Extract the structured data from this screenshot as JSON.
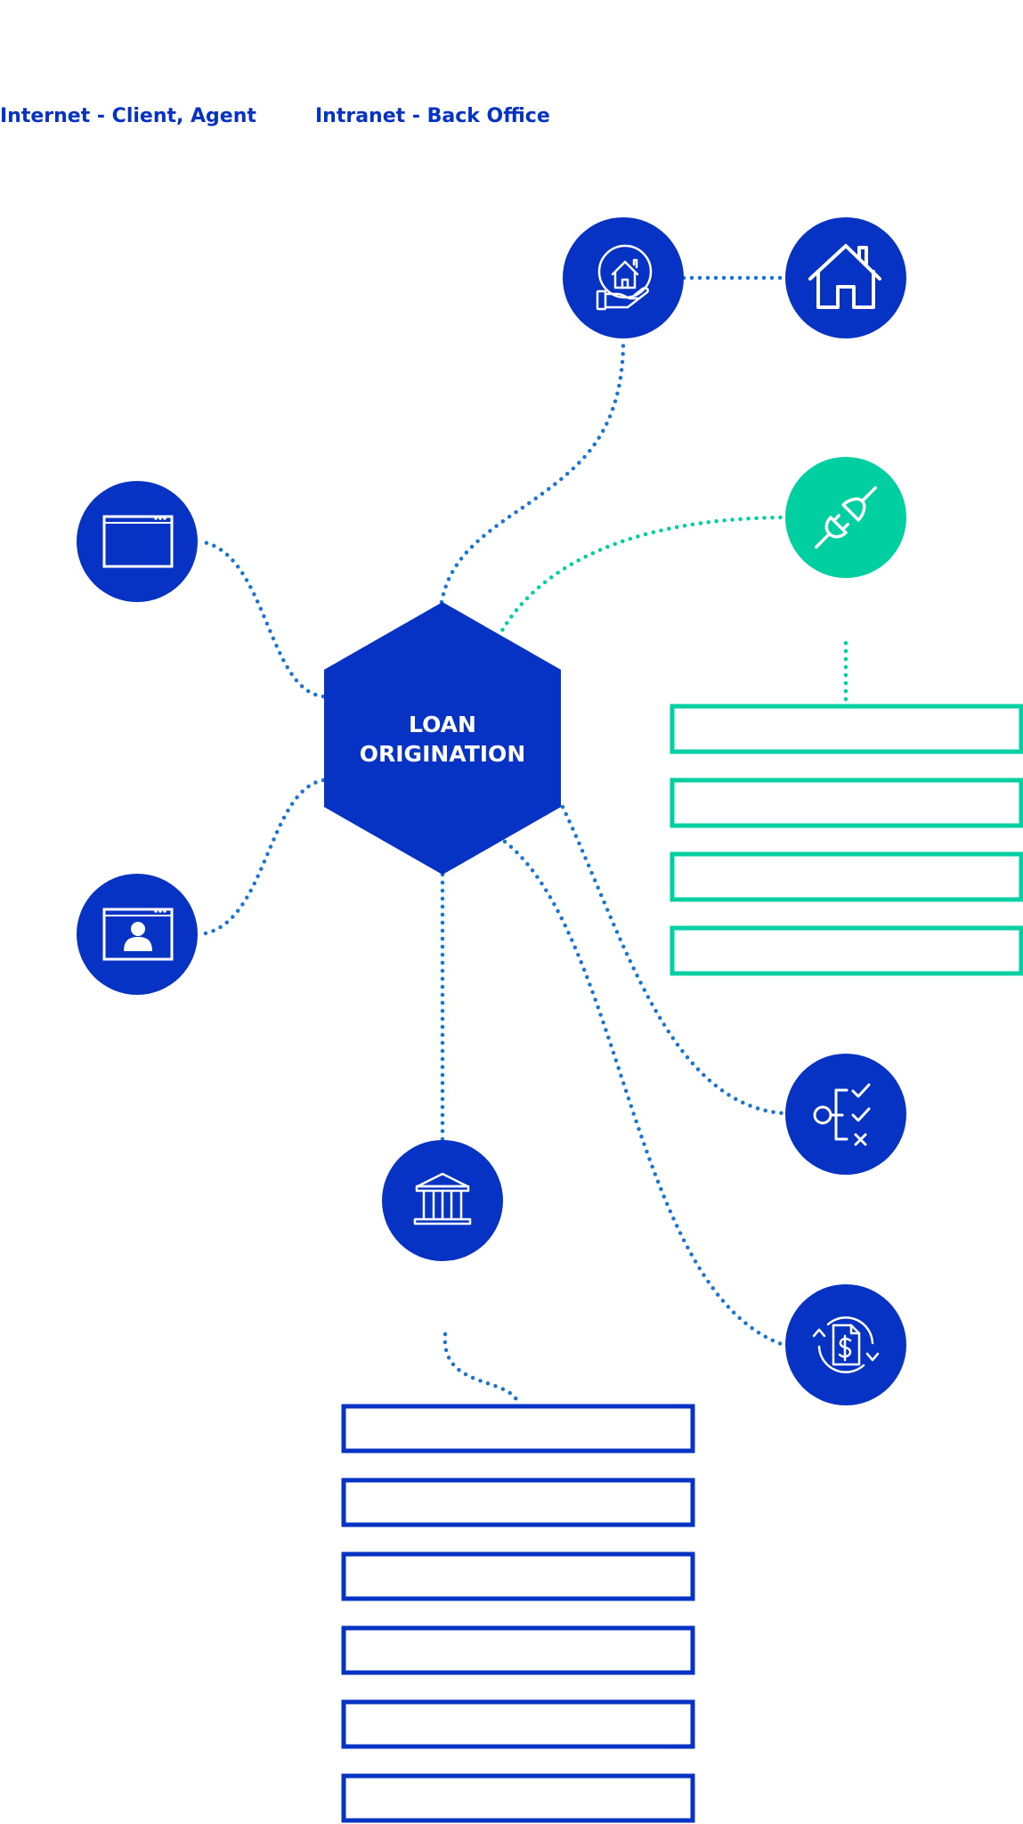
{
  "legend": {
    "internet": "Internet - Client, Agent",
    "intranet": "Intranet - Back Office"
  },
  "hub": {
    "line1": "LOAN",
    "line2": "ORIGINATION"
  },
  "colors": {
    "primary_blue": "#0733c4",
    "connector_blue": "#1a74d3",
    "accent_green": "#00cfa1",
    "background": "#ffffff"
  },
  "nodes": [
    {
      "name": "property-loan-node",
      "icon": "hand-holding-house-icon"
    },
    {
      "name": "property-node",
      "icon": "house-icon"
    },
    {
      "name": "integration-node",
      "icon": "plug-icon"
    },
    {
      "name": "web-portal-node",
      "icon": "browser-window-icon"
    },
    {
      "name": "user-portal-node",
      "icon": "user-profile-window-icon"
    },
    {
      "name": "bank-node",
      "icon": "bank-building-icon"
    },
    {
      "name": "decisioning-node",
      "icon": "checklist-decision-icon"
    },
    {
      "name": "payment-cycle-node",
      "icon": "document-dollar-cycle-icon"
    }
  ],
  "integration_list": {
    "count": 4,
    "color": "#00cfa1"
  },
  "bank_list": {
    "count": 6,
    "color": "#0733c4"
  }
}
